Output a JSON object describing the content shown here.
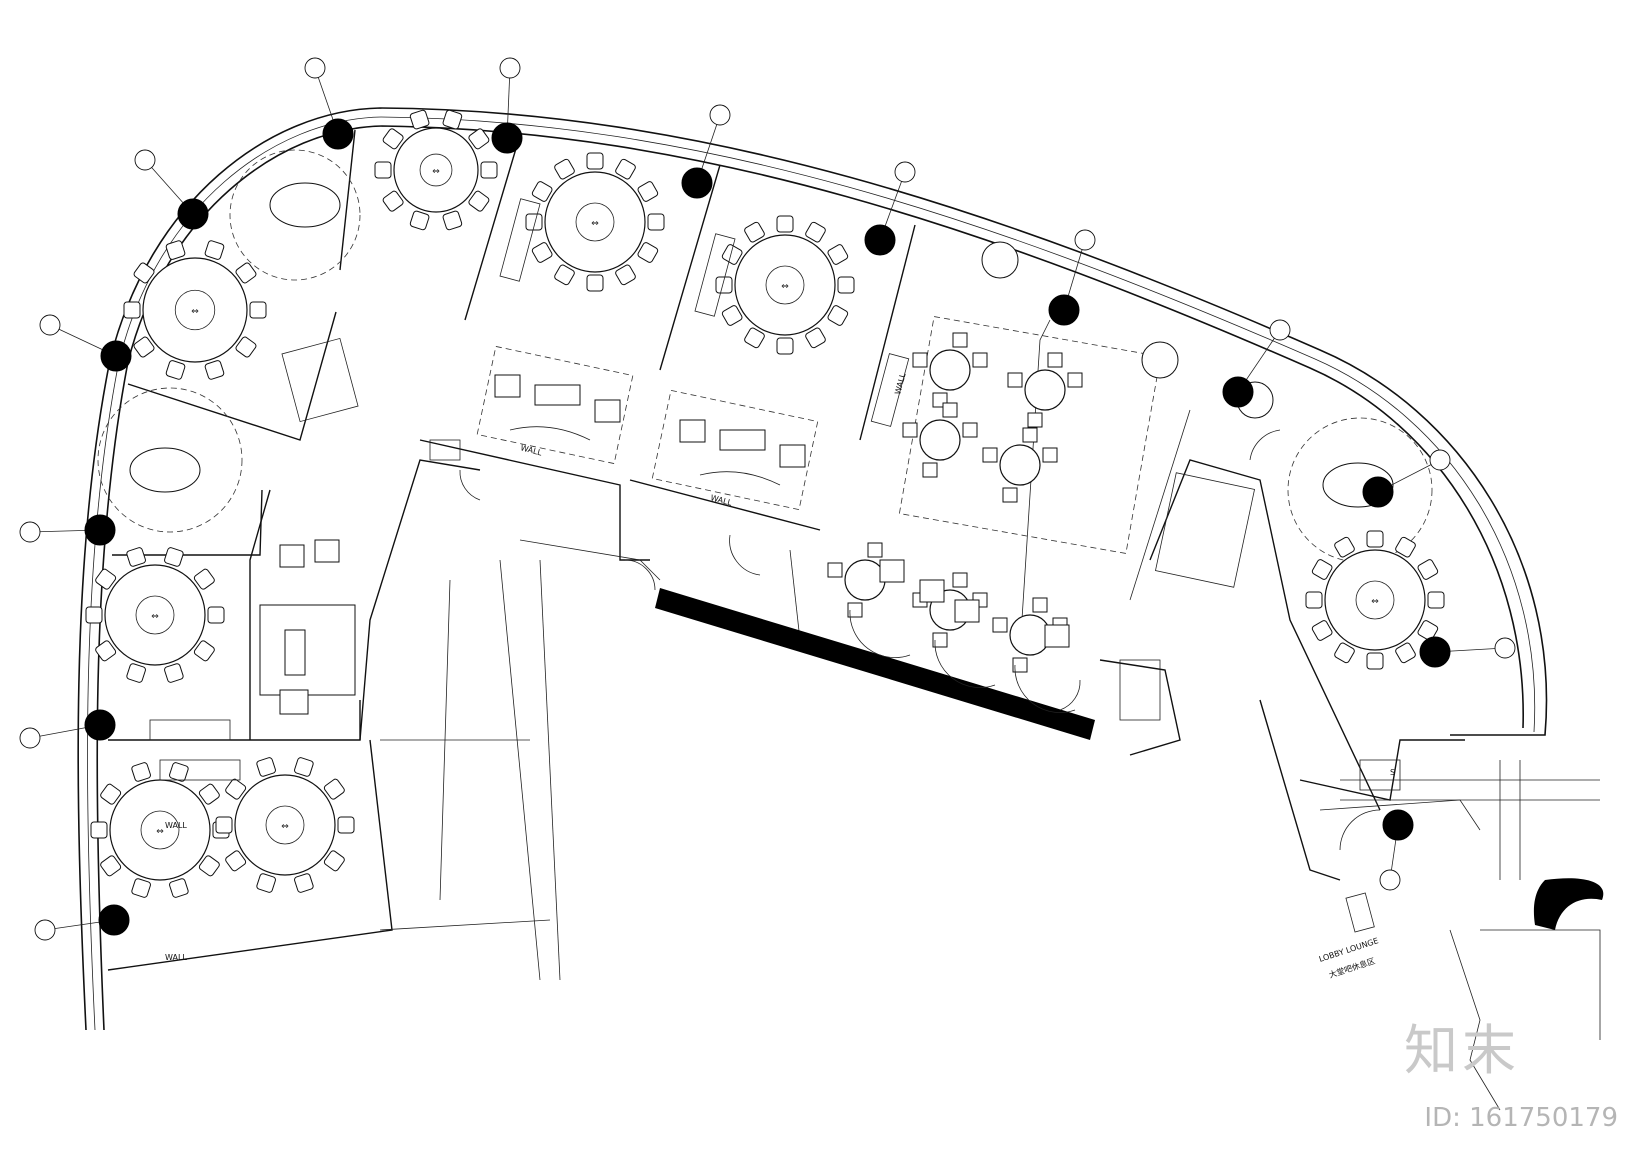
{
  "watermark": {
    "logo": "知末",
    "id": "ID: 161750179"
  },
  "wall_tag": "WALL",
  "lobby_label": "LOBBY LOUNGE",
  "lobby_label_cn": "大堂吧休息区",
  "section_mark": "S",
  "axis_tags": [],
  "table_mark": "⇔"
}
